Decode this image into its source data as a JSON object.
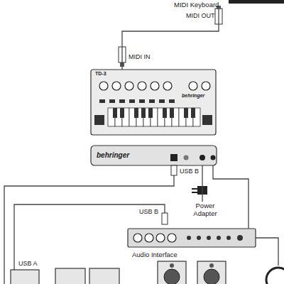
{
  "diagram": {
    "nodes": [
      {
        "text": [
          "MIDI Keyboard"
        ]
      },
      {
        "text": [
          "TD-3"
        ]
      },
      {
        "text": [
          "behringer"
        ]
      },
      {
        "text": [
          "Power Adapter"
        ]
      },
      {
        "text": [
          "Audio Interface"
        ]
      }
    ],
    "edges": [
      {
        "from": 0,
        "to": 1,
        "arrow": "none"
      },
      {
        "from": 2,
        "to": 3,
        "arrow": "none"
      },
      {
        "from": 2,
        "to": 4,
        "arrow": "none"
      }
    ],
    "labels": [
      "MIDI OUT",
      "MIDI IN",
      "behringer",
      "USB B",
      "USB B",
      "USB A"
    ]
  }
}
